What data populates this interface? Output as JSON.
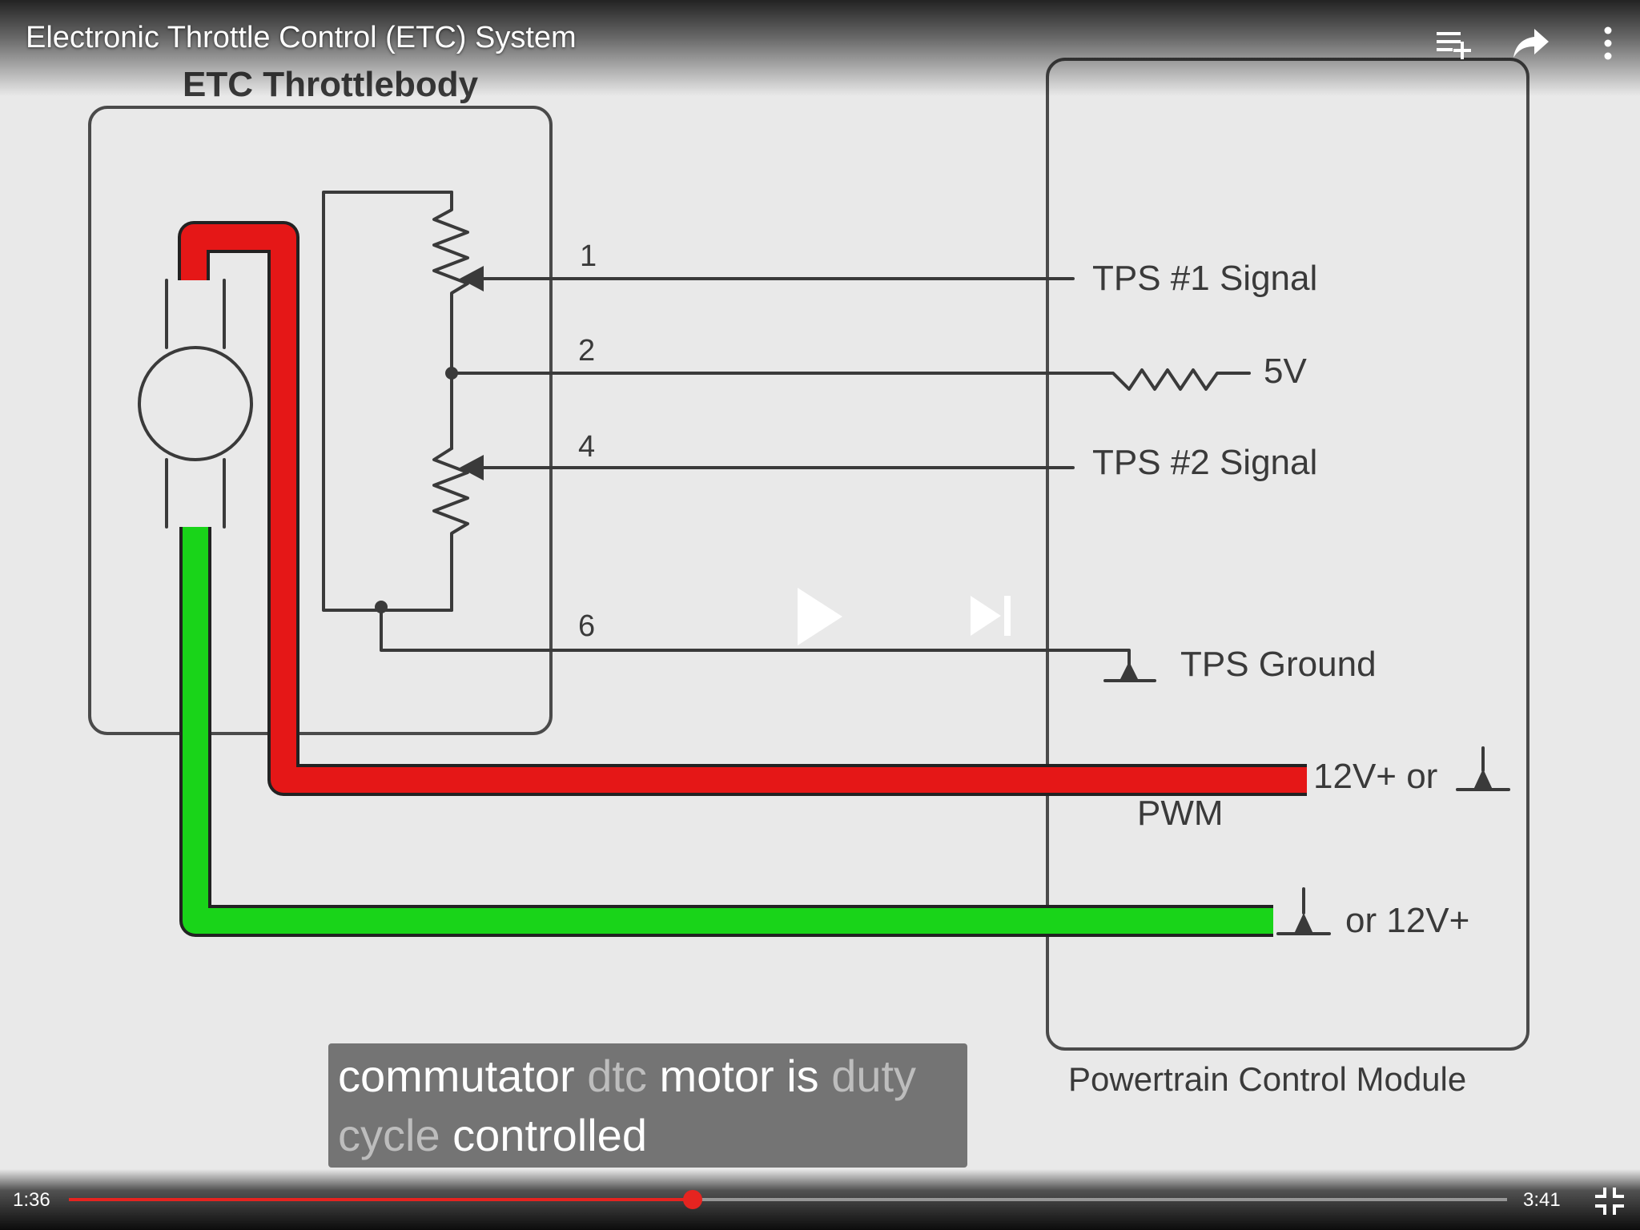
{
  "video": {
    "title": "Electronic Throttle Control (ETC) System"
  },
  "diagram": {
    "throttlebody_label": "ETC Throttlebody",
    "pcm_label": "Powertrain Control Module",
    "pins": [
      "1",
      "2",
      "4",
      "6"
    ],
    "tps1_label": "TPS #1 Signal",
    "ref_5v_label": "5V",
    "tps2_label": "TPS #2 Signal",
    "tps_ground_label": "TPS Ground",
    "red_wire_label": "12V+ or",
    "pwm_label": "PWM",
    "green_wire_label": "or 12V+",
    "colors": {
      "red_wire": "#e51717",
      "green_wire": "#19d419",
      "line": "#3a3a3a"
    }
  },
  "captions": {
    "words": [
      {
        "text": "commutator",
        "dim": false
      },
      {
        "text": "dtc",
        "dim": true
      },
      {
        "text": "motor",
        "dim": false
      },
      {
        "text": "is",
        "dim": false
      },
      {
        "text": "duty",
        "dim": true
      },
      {
        "text": "cycle",
        "dim": true
      },
      {
        "text": "controlled",
        "dim": false
      }
    ]
  },
  "controls": {
    "current_time": "1:36",
    "total_time": "3:41",
    "progress_fraction": 0.434,
    "icons": {
      "add_to_queue": "playlist-add-icon",
      "share": "share-arrow-icon",
      "more": "more-vert-icon",
      "play": "play-icon",
      "next": "skip-next-icon",
      "fullscreen_exit": "fullscreen-exit-icon"
    },
    "accent": "#e52420"
  }
}
